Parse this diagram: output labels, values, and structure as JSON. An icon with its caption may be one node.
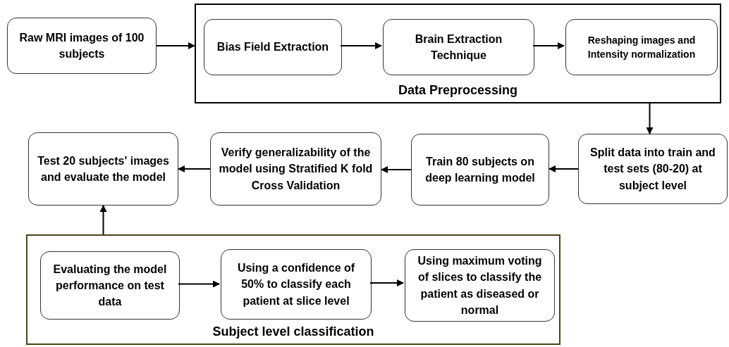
{
  "diagram": {
    "nodes": [
      {
        "text": [
          "Raw MRI images of 100 subjects"
        ]
      },
      {
        "text": [
          "Data Preprocessing"
        ]
      },
      {
        "text": [
          "Bias Field Extraction"
        ],
        "in": 1
      },
      {
        "text": [
          "Brain Extraction Technique"
        ],
        "in": 1
      },
      {
        "text": [
          "Reshaping images and Intensity normalization"
        ],
        "in": 1
      },
      {
        "text": [
          "Split data into train and test sets (80-20) at subject level"
        ]
      },
      {
        "text": [
          "Train 80 subjects on deep learning model"
        ]
      },
      {
        "text": [
          "Verify generalizability of the model using Stratified K fold Cross Validation"
        ]
      },
      {
        "text": [
          "Test 20 subjects' images and evaluate the model"
        ]
      },
      {
        "text": [
          "Subject level classification"
        ]
      },
      {
        "text": [
          "Evaluating the model performance on test data"
        ],
        "in": 9
      },
      {
        "text": [
          "Using a confidence of 50% to classify each patient at slice level"
        ],
        "in": 9
      },
      {
        "text": [
          "Using maximum voting of slices to classify the patient as diseased or normal"
        ],
        "in": 9
      }
    ],
    "edges": [
      {
        "from": 0,
        "to": 1,
        "arrow": "to"
      },
      {
        "from": 2,
        "to": 3,
        "arrow": "to"
      },
      {
        "from": 3,
        "to": 4,
        "arrow": "to"
      },
      {
        "from": 1,
        "to": 5,
        "arrow": "to"
      },
      {
        "from": 5,
        "to": 6,
        "arrow": "to"
      },
      {
        "from": 6,
        "to": 7,
        "arrow": "to"
      },
      {
        "from": 7,
        "to": 8,
        "arrow": "to"
      },
      {
        "from": 9,
        "to": 8,
        "arrow": "to"
      },
      {
        "from": 10,
        "to": 11,
        "arrow": "to"
      },
      {
        "from": 11,
        "to": 12,
        "arrow": "to"
      }
    ]
  }
}
